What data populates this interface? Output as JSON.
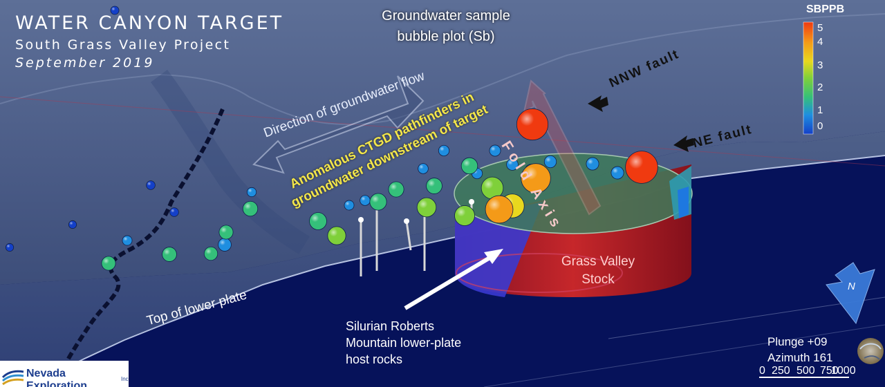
{
  "title": "WATER CANYON TARGET",
  "subtitle": "South Grass Valley Project",
  "date": "September 2019",
  "plot_label": "Groundwater sample bubble plot (Sb)",
  "labels": {
    "flow": "Direction of groundwater flow",
    "anomalous": "Anomalous CTGD pathfinders in groundwater downstream of target",
    "fold_axis": "Fold Axis",
    "nnw_fault": "NNW fault",
    "ne_fault": "NE fault",
    "lower_plate": "Top of lower plate",
    "stock": "Grass Valley Stock",
    "host_rocks": "Silurian Roberts Mountain lower-plate host rocks"
  },
  "legend": {
    "title": "SBPPB",
    "ticks": [
      "5",
      "4",
      "3",
      "2",
      "1",
      "0"
    ],
    "colors": [
      "#1440c8",
      "#1f8ee0",
      "#35c07a",
      "#7fd03a",
      "#e8d81e",
      "#f49a18",
      "#f03a10"
    ]
  },
  "orientation": {
    "plunge": "Plunge +09",
    "azimuth": "Azimuth 161",
    "north": "N",
    "scale": [
      "0",
      "250",
      "500",
      "750",
      "1000"
    ]
  },
  "logo": {
    "name": "Nevada Exploration",
    "suffix": "Inc"
  },
  "samples_sb_ppb": [
    0.2,
    0.2,
    0.3,
    0.4,
    0.4,
    0.5,
    0.6,
    0.6,
    0.7,
    0.7,
    0.8,
    0.8,
    0.9,
    1.0,
    1.0,
    1.1,
    1.2,
    1.2,
    1.3,
    1.4,
    1.5,
    1.5,
    1.6,
    1.7,
    1.8,
    1.9,
    2.0,
    2.1,
    2.2,
    2.4,
    2.6,
    2.8,
    3.2,
    3.6,
    4.4,
    4.8,
    5.2,
    5.4
  ]
}
